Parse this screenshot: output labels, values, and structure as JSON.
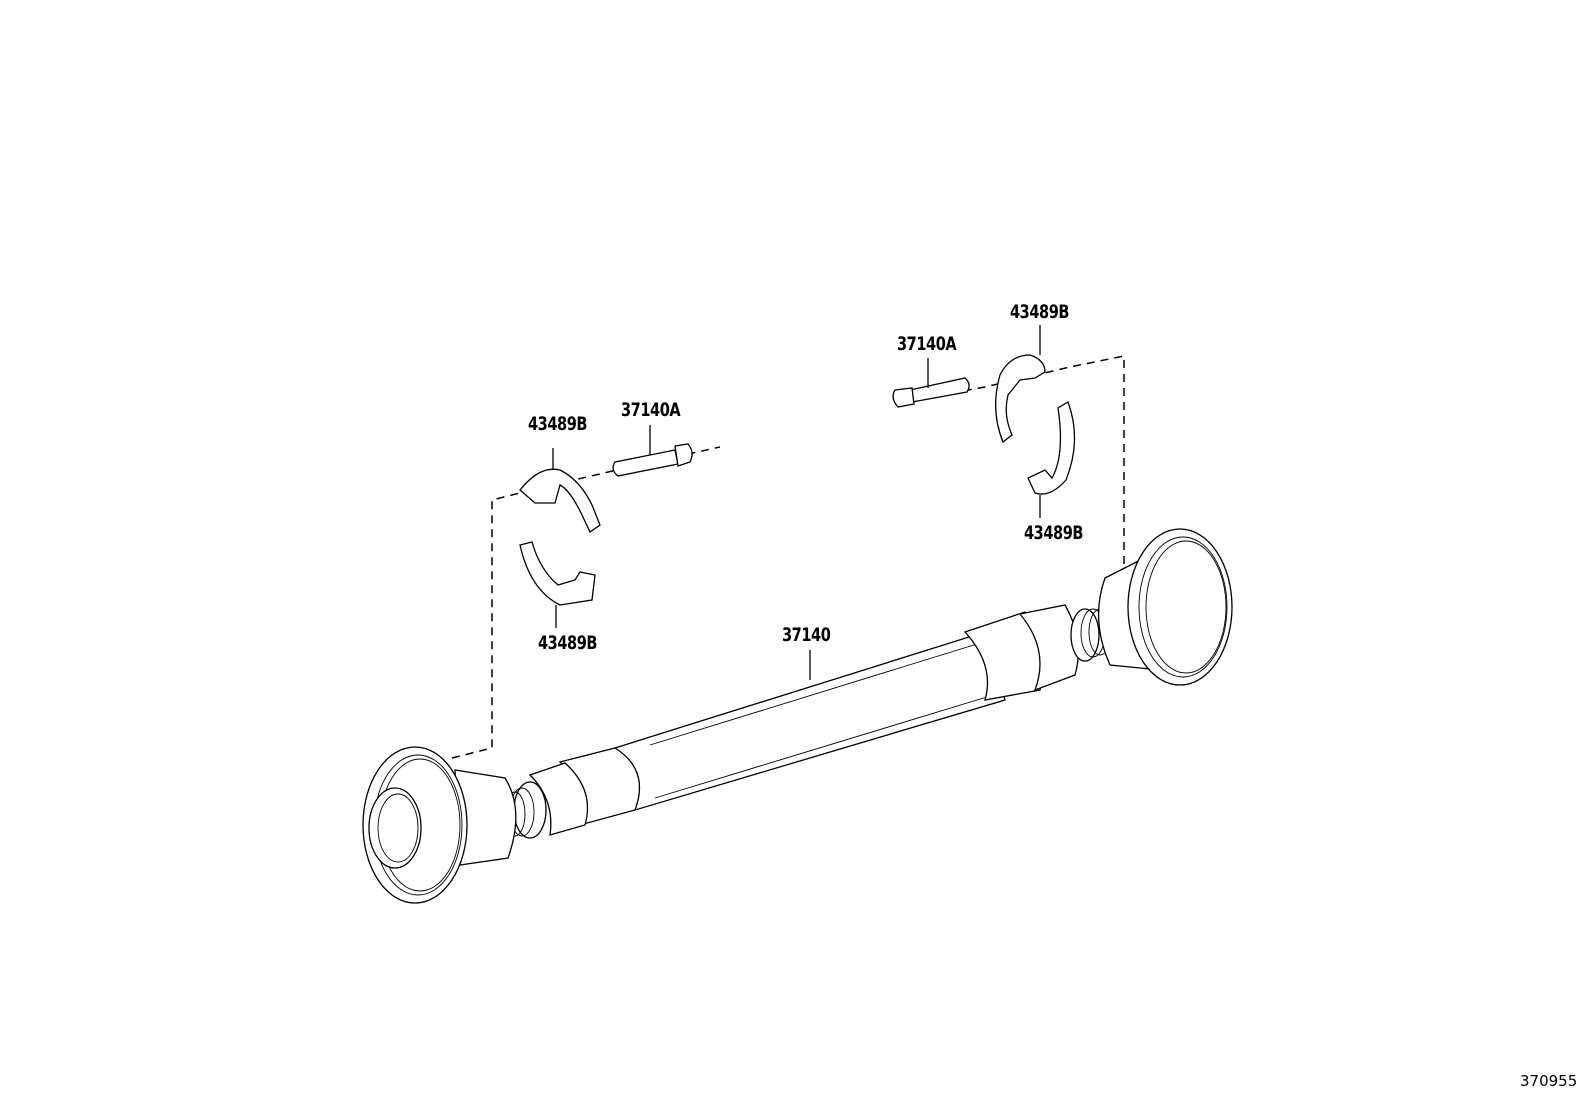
{
  "diagram": {
    "labels": {
      "shaft": "37140",
      "bolt_left": "37140A",
      "bolt_right": "37140A",
      "plate_left_upper": "43489B",
      "plate_left_lower": "43489B",
      "plate_right_upper": "43489B",
      "plate_right_lower": "43489B"
    },
    "figure_number": "370955"
  }
}
